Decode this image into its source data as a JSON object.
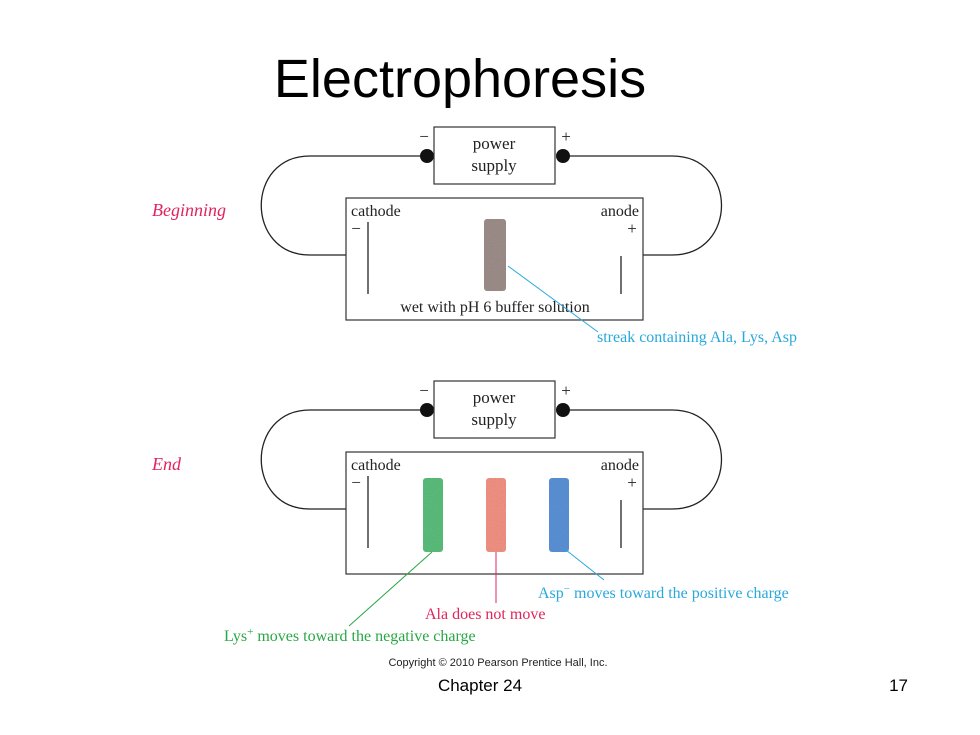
{
  "title": "Electrophoresis",
  "colors": {
    "label_pink": "#e0245e",
    "label_blue": "#29a8dc",
    "label_green": "#28a745",
    "streak_initial": "#9e8f8b",
    "streak_lys": "#5cbf7c",
    "streak_ala": "#f39384",
    "streak_asp": "#5b93d8"
  },
  "beginning": {
    "stage_label": "Beginning",
    "power_line1": "power",
    "power_line2": "supply",
    "minus": "−",
    "plus": "+",
    "cathode": "cathode",
    "anode": "anode",
    "buffer_label": "wet with pH 6 buffer solution",
    "streak_label": "streak containing Ala, Lys, Asp"
  },
  "end": {
    "stage_label": "End",
    "power_line1": "power",
    "power_line2": "supply",
    "minus": "−",
    "plus": "+",
    "cathode": "cathode",
    "anode": "anode",
    "asp_label_prefix": "Asp",
    "asp_sup": "−",
    "asp_label_rest": " moves toward the positive charge",
    "ala_label": "Ala does not move",
    "lys_label_prefix": "Lys",
    "lys_sup": "+",
    "lys_label_rest": " moves toward the negative charge"
  },
  "copyright": "Copyright © 2010 Pearson Prentice Hall, Inc.",
  "footer": {
    "chapter": "Chapter 24",
    "page_number": "17"
  }
}
